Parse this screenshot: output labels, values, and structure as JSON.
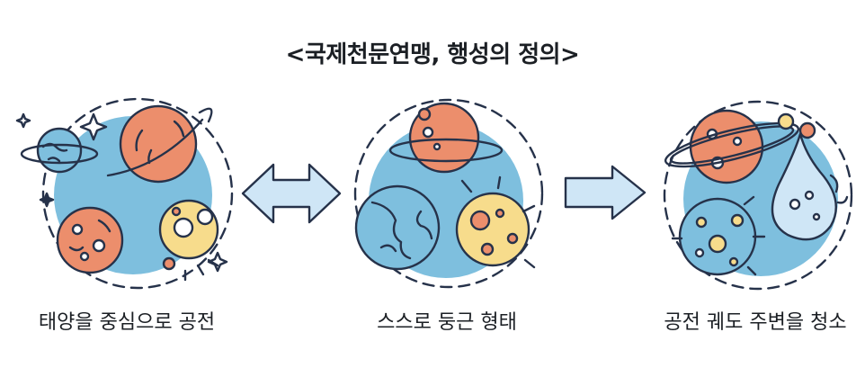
{
  "title": "<국제천문연맹, 행성의 정의>",
  "panels": [
    {
      "caption": "태양을 중심으로 공전"
    },
    {
      "caption": "스스로 둥근 형태"
    },
    {
      "caption": "공전 궤도 주변을 청소"
    }
  ],
  "colors": {
    "sky_blue": "#7ebfde",
    "salmon": "#ec8e6c",
    "cream": "#f7dc8c",
    "light_blue": "#cfe6f6",
    "outline": "#26324a"
  }
}
